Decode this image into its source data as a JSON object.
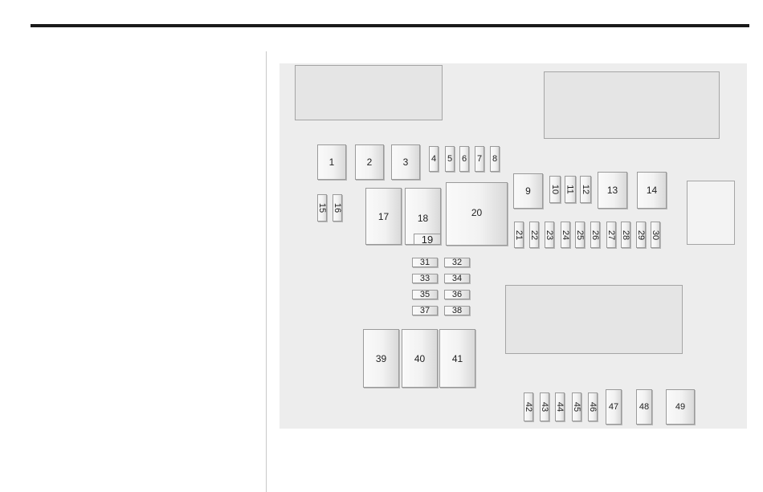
{
  "diagram": {
    "fuses": {
      "f1": "1",
      "f2": "2",
      "f3": "3",
      "f4": "4",
      "f5": "5",
      "f6": "6",
      "f7": "7",
      "f8": "8",
      "f9": "9",
      "f10": "10",
      "f11": "11",
      "f12": "12",
      "f13": "13",
      "f14": "14",
      "f15": "15",
      "f16": "16",
      "f17": "17",
      "f18": "18",
      "f19": "19",
      "f20": "20",
      "f21": "21",
      "f22": "22",
      "f23": "23",
      "f24": "24",
      "f25": "25",
      "f26": "26",
      "f27": "27",
      "f28": "28",
      "f29": "29",
      "f30": "30",
      "f31": "31",
      "f32": "32",
      "f33": "33",
      "f34": "34",
      "f35": "35",
      "f36": "36",
      "f37": "37",
      "f38": "38",
      "f39": "39",
      "f40": "40",
      "f41": "41",
      "f42": "42",
      "f43": "43",
      "f44": "44",
      "f45": "45",
      "f46": "46",
      "f47": "47",
      "f48": "48",
      "f49": "49"
    }
  }
}
